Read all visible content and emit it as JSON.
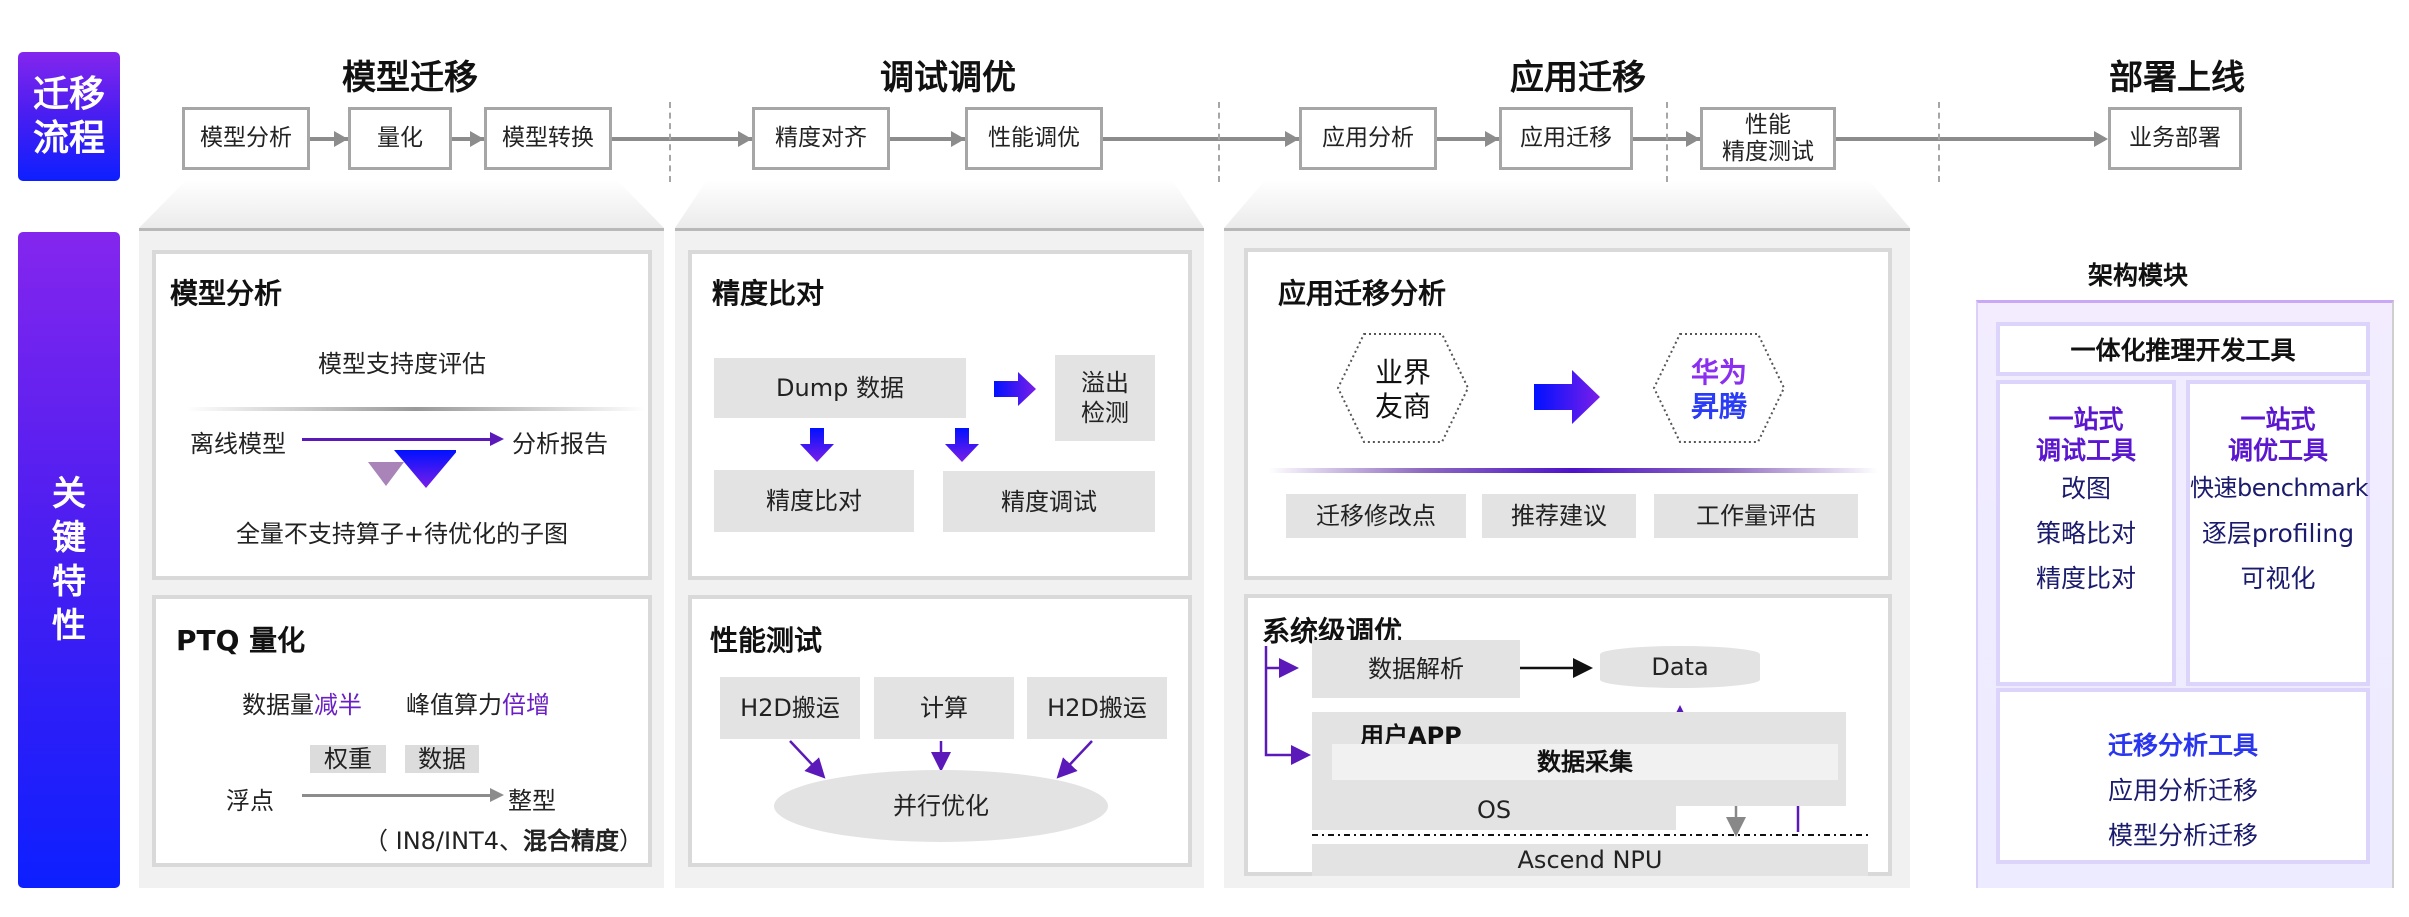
{
  "side_labels": {
    "top": [
      "迁移",
      "流程"
    ],
    "bottom": [
      "关",
      "键",
      "特",
      "性"
    ]
  },
  "stages": [
    {
      "title": "模型迁移",
      "steps": [
        "模型分析",
        "量化",
        "模型转换"
      ]
    },
    {
      "title": "调试调优",
      "steps": [
        "精度对齐",
        "性能调优"
      ]
    },
    {
      "title": "应用迁移",
      "steps": [
        "应用分析",
        "应用迁移",
        "性能\n精度测试"
      ]
    },
    {
      "title": "部署上线",
      "steps": [
        "业务部署"
      ]
    }
  ],
  "model_analysis": {
    "title": "模型分析",
    "subtitle": "模型支持度评估",
    "from": "离线模型",
    "to": "分析报告",
    "result": "全量不支持算子+待优化的子图"
  },
  "ptq": {
    "title": "PTQ 量化",
    "benefit1_prefix": "数据量",
    "benefit1_highlight": "减半",
    "benefit2_prefix": "峰值算力",
    "benefit2_highlight": "倍增",
    "tag1": "权重",
    "tag2": "数据",
    "from": "浮点",
    "to": "整型",
    "note_prefix": "（ IN8/INT4、",
    "note_bold": "混合精度",
    "note_suffix": "）"
  },
  "precision_compare": {
    "title": "精度比对",
    "dump": "Dump 数据",
    "overflow": "溢出\n检测",
    "compare": "精度比对",
    "debug": "精度调试"
  },
  "perf_test": {
    "title": "性能测试",
    "box1": "H2D搬运",
    "box2": "计算",
    "box3": "H2D搬运",
    "result": "并行优化"
  },
  "app_migration": {
    "title": "应用迁移分析",
    "source": "业界\n友商",
    "target_line1": "华为",
    "target_line2": "昇腾",
    "outputs": [
      "迁移修改点",
      "推荐建议",
      "工作量评估"
    ]
  },
  "system_tuning": {
    "title": "系统级调优",
    "parse": "数据解析",
    "data": "Data",
    "app": "用户APP",
    "collect": "数据采集",
    "os": "OS",
    "npu": "Ascend NPU"
  },
  "architecture": {
    "title": "架构模块",
    "top_box": "一体化推理开发工具",
    "debug_tool": {
      "head": "一站式\n调试工具",
      "items": [
        "改图",
        "策略比对",
        "精度比对"
      ]
    },
    "tune_tool": {
      "head": "一站式\n调优工具",
      "items": [
        "快速benchmark",
        "逐层profiling",
        "可视化"
      ]
    },
    "migrate_tool": {
      "head": "迁移分析工具",
      "items": [
        "应用分析迁移",
        "模型分析迁移"
      ]
    }
  },
  "colors": {
    "accent_purple": "#6a1fc5",
    "accent_blue": "#0d1fff",
    "gradient_top": "#8426ee"
  }
}
